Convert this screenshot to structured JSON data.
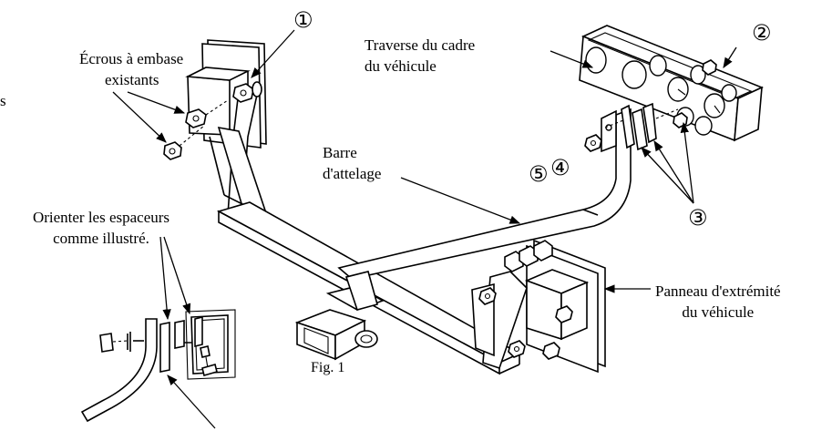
{
  "labels": {
    "existing_flange_nuts": [
      "Écrous à embase",
      "existants"
    ],
    "vehicle_frame_crossmember": [
      "Traverse du cadre",
      "du véhicule"
    ],
    "drawbar": [
      "Barre",
      "d'attelage"
    ],
    "orient_spacers": [
      "Orienter les espaceurs",
      "comme illustré."
    ],
    "vehicle_end_panel": [
      "Panneau d'extrémité",
      "du véhicule"
    ],
    "figure_caption": "Fig. 1",
    "left_edge_fragment": "s"
  },
  "callouts": {
    "c1": "①",
    "c2": "②",
    "c3": "③",
    "c4": "④",
    "c5": "⑤"
  }
}
